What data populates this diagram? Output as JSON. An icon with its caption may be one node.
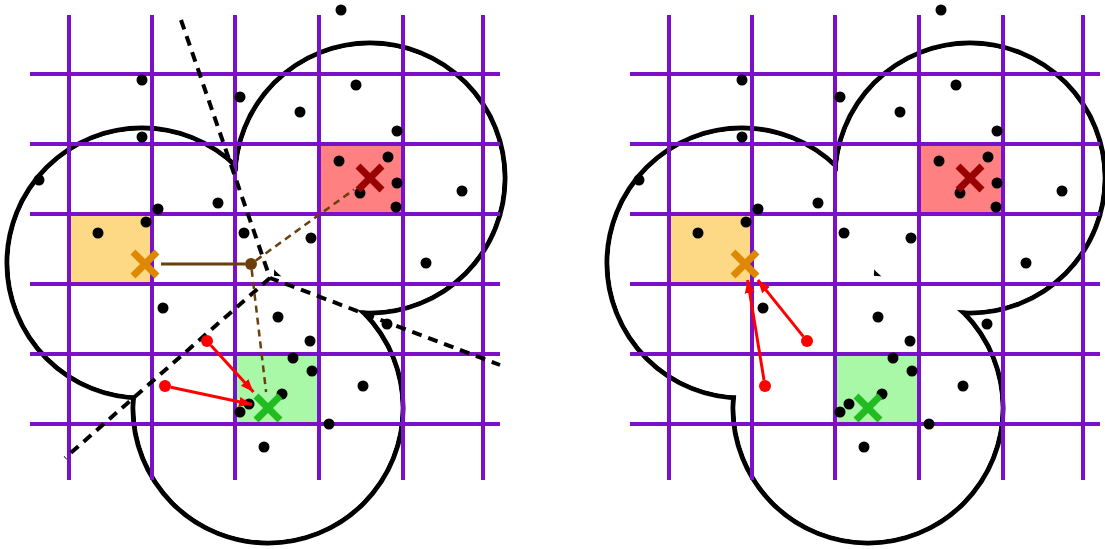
{
  "diagram": {
    "nodes": [
      {
        "text": [],
        "shape": "cross"
      },
      {
        "text": [],
        "shape": "cross"
      },
      {
        "text": [],
        "shape": "cross"
      },
      {
        "text": [],
        "shape": "circle"
      },
      {
        "text": [],
        "shape": "circle"
      },
      {
        "text": [],
        "shape": "circle"
      },
      {
        "text": [],
        "shape": "cross"
      },
      {
        "text": [],
        "shape": "cross"
      },
      {
        "text": [],
        "shape": "cross"
      },
      {
        "text": [],
        "shape": "circle"
      },
      {
        "text": [],
        "shape": "circle"
      }
    ],
    "edges": [
      {
        "from": 0,
        "to": 3,
        "arrow": "none",
        "color": "#6b3e0a"
      },
      {
        "from": 3,
        "to": 1,
        "arrow": "none",
        "style": "dashed",
        "color": "#6b3e0a"
      },
      {
        "from": 3,
        "to": 2,
        "arrow": "none",
        "style": "dashed",
        "color": "#6b3e0a"
      },
      {
        "from": 4,
        "to": 2,
        "arrow": "to"
      },
      {
        "from": 5,
        "to": 2,
        "arrow": "to"
      },
      {
        "from": 9,
        "to": 6,
        "arrow": "to"
      },
      {
        "from": 10,
        "to": 6,
        "arrow": "to"
      }
    ]
  }
}
